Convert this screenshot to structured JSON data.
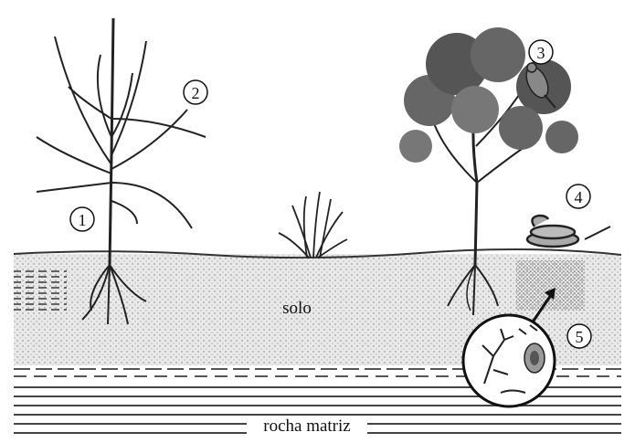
{
  "labels": {
    "soil": "solo",
    "bedrock": "rocha matriz"
  },
  "markers": [
    {
      "number": "1",
      "refers_to": "plant-stem"
    },
    {
      "number": "2",
      "refers_to": "plant-leaves"
    },
    {
      "number": "3",
      "refers_to": "bird"
    },
    {
      "number": "4",
      "refers_to": "snake"
    },
    {
      "number": "5",
      "refers_to": "microorganisms"
    }
  ],
  "icons": {
    "sugarcane": "sugarcane-plant-icon",
    "shrub": "grass-tuft-icon",
    "tree": "tree-icon",
    "bird": "bird-icon",
    "snake": "snake-icon",
    "magnifier": "magnified-microorganisms-icon"
  },
  "colors": {
    "ink": "#111111",
    "soil_gray": "#bdbdbd",
    "background": "#ffffff"
  }
}
